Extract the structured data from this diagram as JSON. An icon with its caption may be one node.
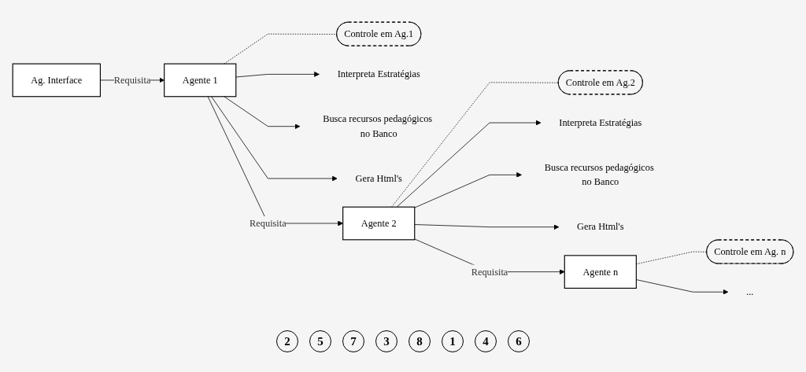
{
  "diagram": {
    "nodes": [
      {
        "text": [
          "Ag. Interface"
        ]
      },
      {
        "text": [
          "Agente 1"
        ]
      },
      {
        "text": [
          "Controle em Ag.1"
        ]
      },
      {
        "text": [
          "Interpreta Estratégias"
        ]
      },
      {
        "text": [
          "Busca recursos pedagógicos no Banco"
        ]
      },
      {
        "text": [
          "Gera Html's"
        ]
      },
      {
        "text": [
          "Agente 2"
        ]
      },
      {
        "text": [
          "Controle em Ag.2"
        ]
      },
      {
        "text": [
          "Interpreta Estratégias"
        ]
      },
      {
        "text": [
          "Busca recursos pedagógicos no Banco"
        ]
      },
      {
        "text": [
          "Gera Html's"
        ]
      },
      {
        "text": [
          "Agente n"
        ]
      },
      {
        "text": [
          "Controle em Ag. n"
        ]
      },
      {
        "text": [
          "..."
        ]
      }
    ],
    "edges": [
      {
        "from": 0,
        "to": 1,
        "arrow": "to",
        "label": "Requisita"
      },
      {
        "from": 1,
        "to": 2,
        "arrow": "none",
        "style": "dashed"
      },
      {
        "from": 1,
        "to": 3,
        "arrow": "to"
      },
      {
        "from": 1,
        "to": 4,
        "arrow": "to"
      },
      {
        "from": 1,
        "to": 5,
        "arrow": "to"
      },
      {
        "from": 1,
        "to": 6,
        "arrow": "to",
        "label": "Requisita"
      },
      {
        "from": 6,
        "to": 7,
        "arrow": "none",
        "style": "dashed"
      },
      {
        "from": 6,
        "to": 8,
        "arrow": "to"
      },
      {
        "from": 6,
        "to": 9,
        "arrow": "to"
      },
      {
        "from": 6,
        "to": 10,
        "arrow": "to"
      },
      {
        "from": 6,
        "to": 11,
        "arrow": "to",
        "label": "Requisita"
      },
      {
        "from": 11,
        "to": 12,
        "arrow": "none",
        "style": "dashed"
      },
      {
        "from": 11,
        "to": 13,
        "arrow": "to"
      }
    ],
    "labels": [
      "2",
      "5",
      "7",
      "3",
      "8",
      "1",
      "4",
      "6"
    ]
  }
}
